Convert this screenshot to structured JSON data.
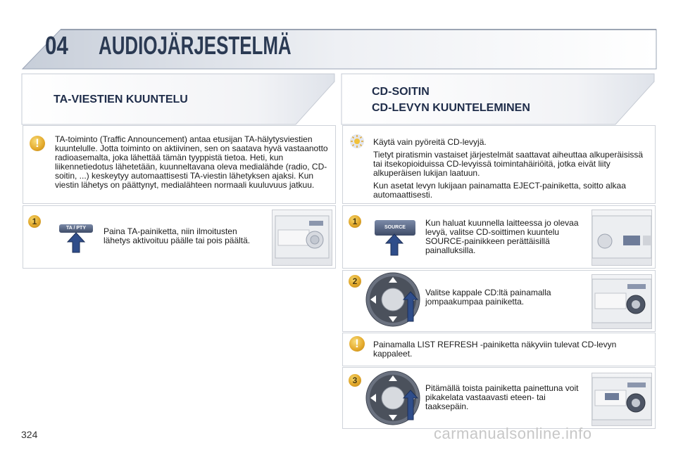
{
  "header": {
    "chapter": "04",
    "title": "AUDIOJÄRJESTELMÄ"
  },
  "left": {
    "section_title": "TA-VIESTIEN KUUNTELU",
    "warning_text": "TA-toiminto (Traffic Announcement) antaa etusijan TA-hälytysviestien kuuntelulle. Jotta toiminto on aktiivinen, sen on saatava hyvä vastaanotto radioasemalta, joka lähettää tämän tyyppistä tietoa. Heti, kun liikennetiedotus lähetetään, kuunneltavana oleva medialähde (radio, CD-soitin, ...) keskeytyy automaattisesti TA-viestin lähetyksen ajaksi. Kun viestin lähetys on päättynyt, medialähteen normaali kuuluvuus jatkuu.",
    "step1": {
      "number": "1",
      "button_label": "TA / PTY",
      "text": "Paina TA-painiketta, niin ilmoitusten lähetys aktivoituu päälle tai pois päältä."
    }
  },
  "right": {
    "section_title_1": "CD-SOITIN",
    "section_title_2": "CD-LEVYN KUUNTELEMINEN",
    "tip_lines": [
      "Käytä vain pyöreitä CD-levyjä.",
      "Tietyt piratismin vastaiset järjestelmät saattavat aiheuttaa alkuperäisissä tai itsekopioiduissa CD-levyissä toimintahäiriöitä, jotka eivät liity alkuperäisen lukijan laatuun.",
      "Kun asetat levyn lukijaan painamatta EJECT-painiketta, soitto alkaa automaattisesti."
    ],
    "step1": {
      "number": "1",
      "button_label": "SOURCE",
      "text": "Kun haluat kuunnella laitteessa jo olevaa levyä, valitse CD-soittimen kuuntelu SOURCE-painikkeen perättäisillä painalluksilla."
    },
    "step2": {
      "number": "2",
      "text": "Valitse kappale CD:ltä painamalla jompaakumpaa painiketta."
    },
    "warning_text": "Painamalla LIST REFRESH -painiketta näkyviin tulevat CD-levyn kappaleet.",
    "step3": {
      "number": "3",
      "text": "Pitämällä toista painiketta painettuna voit pikakelata vastaavasti eteen- tai taaksepäin."
    }
  },
  "footer": {
    "page_number": "324",
    "watermark": "carmanualsonline.info"
  },
  "colors": {
    "heading": "#1f2d4a",
    "header_band": "#d8dde6",
    "bullet_gold": "#e0a528",
    "arrow_blue": "#2f4d8a"
  }
}
